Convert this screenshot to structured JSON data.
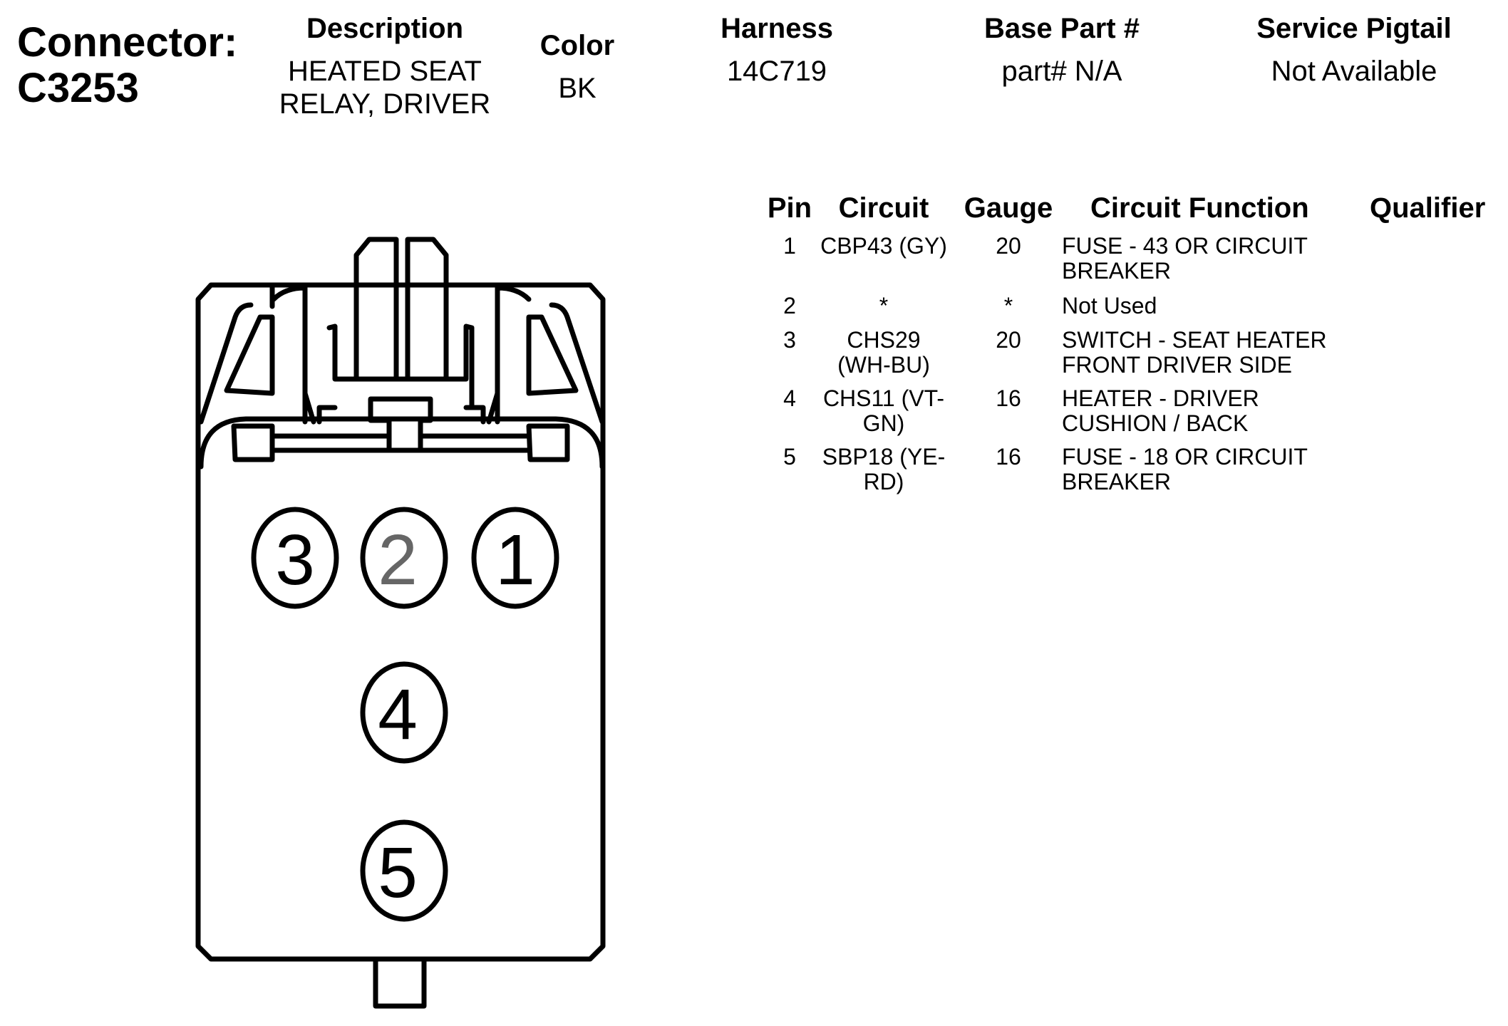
{
  "header": {
    "connector_label": "Connector:",
    "connector_id": "C3253",
    "description_label": "Description",
    "description_line1": "HEATED SEAT",
    "description_line2": "RELAY, DRIVER",
    "color_label": "Color",
    "color_value": "BK",
    "harness_label": "Harness",
    "harness_value": "14C719",
    "base_part_label": "Base Part #",
    "base_part_value": "part# N/A",
    "pigtail_label": "Service Pigtail",
    "pigtail_value": "Not Available"
  },
  "table": {
    "headers": {
      "pin": "Pin",
      "circuit": "Circuit",
      "gauge": "Gauge",
      "function": "Circuit Function",
      "qualifier": "Qualifier"
    },
    "rows": [
      {
        "pin": "1",
        "circuit": [
          "CBP43 (GY)"
        ],
        "gauge": "20",
        "function": [
          "FUSE - 43 OR CIRCUIT",
          "BREAKER"
        ],
        "qualifier": ""
      },
      {
        "pin": "2",
        "circuit": [
          "*"
        ],
        "gauge": "*",
        "function": [
          "Not Used"
        ],
        "qualifier": ""
      },
      {
        "pin": "3",
        "circuit": [
          "CHS29",
          "(WH-BU)"
        ],
        "gauge": "20",
        "function": [
          "SWITCH - SEAT HEATER",
          "FRONT DRIVER SIDE"
        ],
        "qualifier": ""
      },
      {
        "pin": "4",
        "circuit": [
          "CHS11 (VT-",
          "GN)"
        ],
        "gauge": "16",
        "function": [
          "HEATER - DRIVER",
          "CUSHION / BACK"
        ],
        "qualifier": ""
      },
      {
        "pin": "5",
        "circuit": [
          "SBP18 (YE-",
          "RD)"
        ],
        "gauge": "16",
        "function": [
          "FUSE - 18 OR CIRCUIT",
          "BREAKER"
        ],
        "qualifier": ""
      }
    ]
  },
  "diagram": {
    "pins": [
      "3",
      "2",
      "1",
      "4",
      "5"
    ],
    "pin_text_color": "#000000",
    "unused_pin_text_color": "#666666"
  }
}
